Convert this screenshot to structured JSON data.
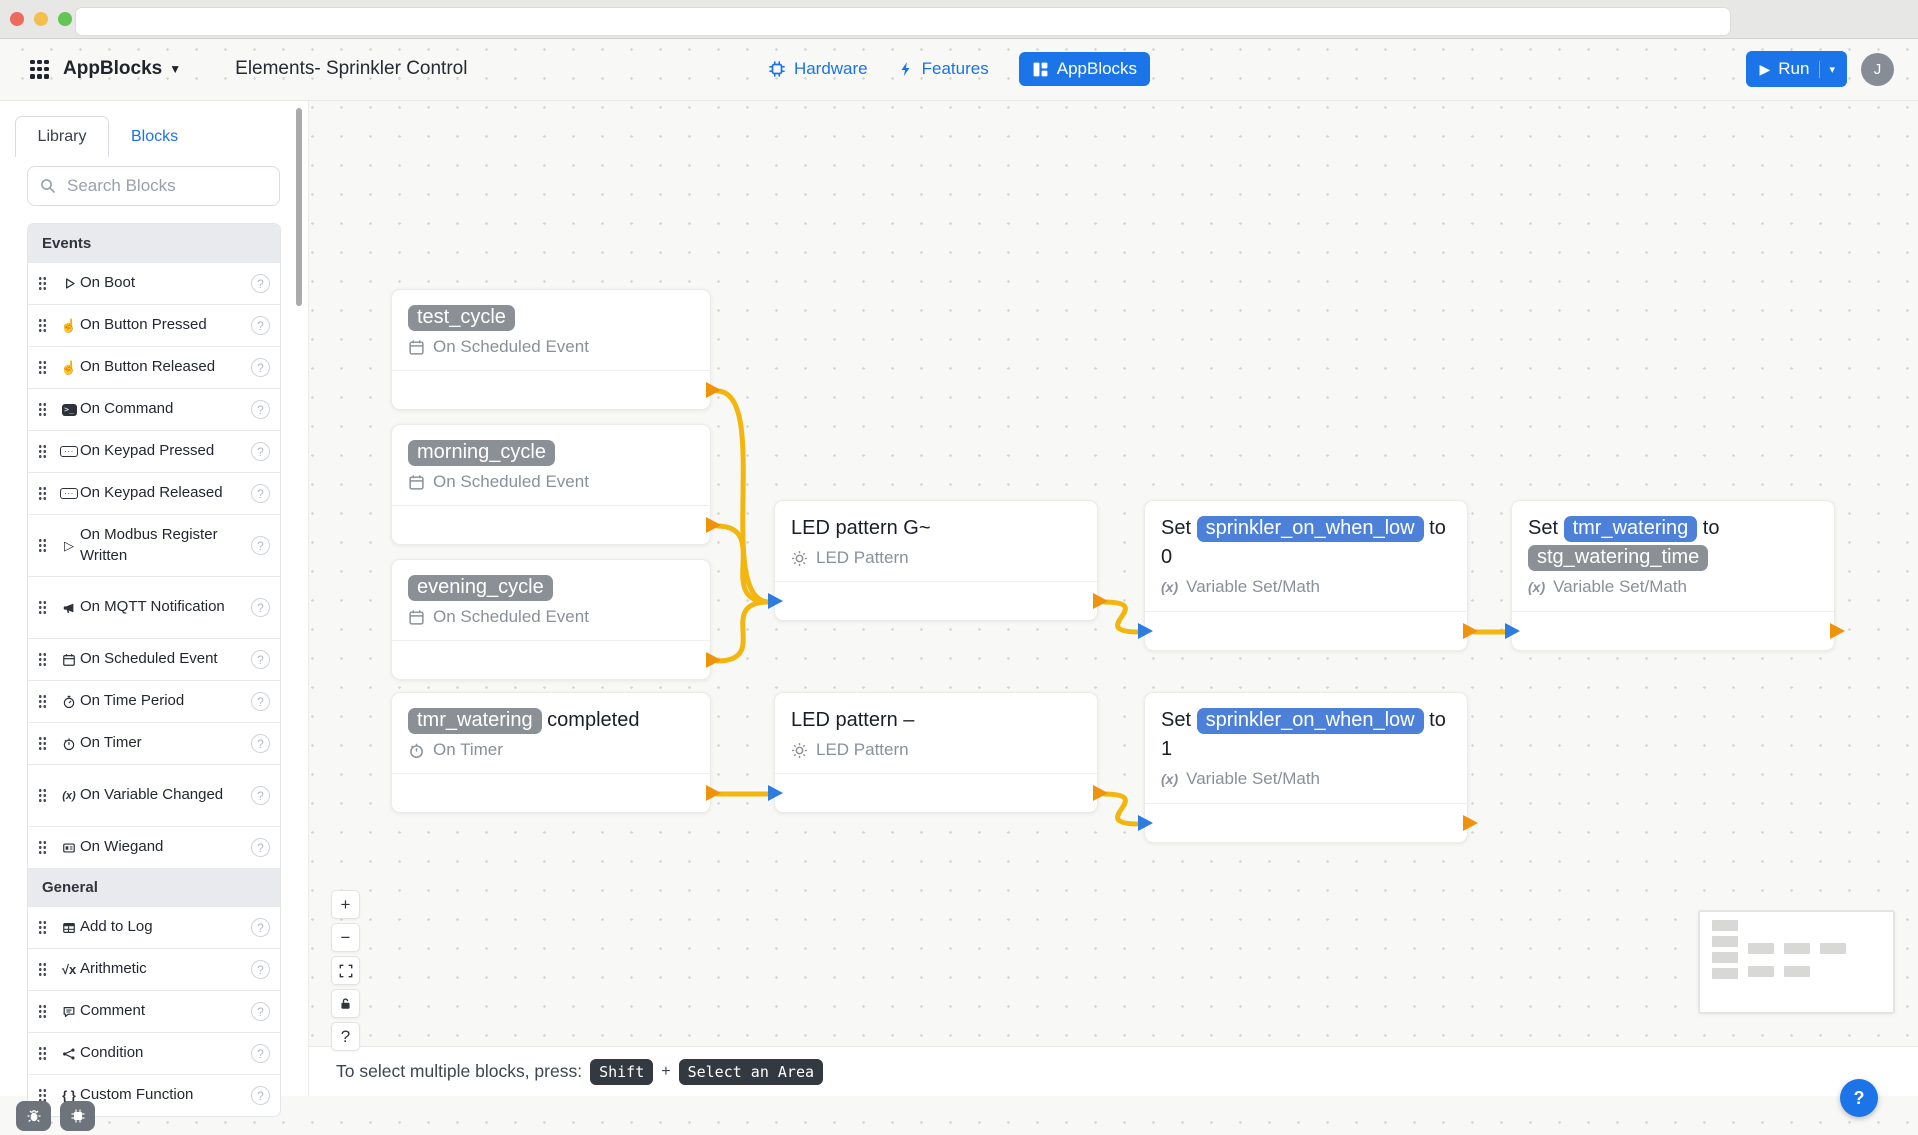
{
  "window": {
    "url_value": ""
  },
  "header": {
    "app_menu": "AppBlocks",
    "title": "Elements- Sprinkler Control",
    "nav": [
      {
        "label": "Hardware"
      },
      {
        "label": "Features"
      },
      {
        "label": "AppBlocks"
      }
    ],
    "run_label": "Run",
    "avatar_initial": "J"
  },
  "sidebar": {
    "tabs": [
      {
        "label": "Library"
      },
      {
        "label": "Blocks"
      }
    ],
    "search_placeholder": "Search Blocks",
    "sections": [
      {
        "title": "Events",
        "items": [
          {
            "label": "On Boot",
            "icon": "play-icon"
          },
          {
            "label": "On Button Pressed",
            "icon": "tap-icon"
          },
          {
            "label": "On Button Released",
            "icon": "tap-icon"
          },
          {
            "label": "On Command",
            "icon": "terminal-icon"
          },
          {
            "label": "On Keypad Pressed",
            "icon": "keypad-icon"
          },
          {
            "label": "On Keypad Released",
            "icon": "keypad-icon"
          },
          {
            "label": "On Modbus Register Written",
            "icon": "play-outline-icon"
          },
          {
            "label": "On MQTT Notification",
            "icon": "megaphone-icon"
          },
          {
            "label": "On Scheduled Event",
            "icon": "calendar-icon"
          },
          {
            "label": "On Time Period",
            "icon": "stopwatch-icon"
          },
          {
            "label": "On Timer",
            "icon": "timer-icon"
          },
          {
            "label": "On Variable Changed",
            "icon": "variable-icon"
          },
          {
            "label": "On Wiegand",
            "icon": "card-icon"
          }
        ]
      },
      {
        "title": "General",
        "items": [
          {
            "label": "Add to Log",
            "icon": "table-icon"
          },
          {
            "label": "Arithmetic",
            "icon": "sqrt-icon"
          },
          {
            "label": "Comment",
            "icon": "comment-icon"
          },
          {
            "label": "Condition",
            "icon": "branch-icon"
          },
          {
            "label": "Custom Function",
            "icon": "braces-icon"
          }
        ]
      }
    ]
  },
  "canvas": {
    "blocks": [
      {
        "id": "test_cycle",
        "segments": [
          {
            "text": "test_cycle",
            "pill": "gray"
          }
        ],
        "subtitle": "On Scheduled Event",
        "subtitle_icon": "calendar-icon"
      },
      {
        "id": "morning_cycle",
        "segments": [
          {
            "text": "morning_cycle",
            "pill": "gray"
          }
        ],
        "subtitle": "On Scheduled Event",
        "subtitle_icon": "calendar-icon"
      },
      {
        "id": "evening_cycle",
        "segments": [
          {
            "text": "evening_cycle",
            "pill": "gray"
          }
        ],
        "subtitle": "On Scheduled Event",
        "subtitle_icon": "calendar-icon"
      },
      {
        "id": "led_pattern_g",
        "segments": [
          {
            "text": "LED pattern G~",
            "pill": "none"
          }
        ],
        "subtitle": "LED Pattern",
        "subtitle_icon": "brightness-icon"
      },
      {
        "id": "set_sprinkler_0",
        "segments": [
          {
            "text": "Set",
            "pill": "none"
          },
          {
            "text": "sprinkler_on_when_low",
            "pill": "blue"
          },
          {
            "text": "to 0",
            "pill": "none"
          }
        ],
        "subtitle": "Variable Set/Math",
        "subtitle_icon": "variable-icon"
      },
      {
        "id": "set_tmr_watering",
        "segments": [
          {
            "text": "Set",
            "pill": "none"
          },
          {
            "text": "tmr_watering",
            "pill": "blue"
          },
          {
            "text": "to",
            "pill": "none"
          },
          {
            "text": "stg_watering_time",
            "pill": "gray"
          }
        ],
        "subtitle": "Variable Set/Math",
        "subtitle_icon": "variable-icon"
      },
      {
        "id": "tmr_watering_completed",
        "segments": [
          {
            "text": "tmr_watering",
            "pill": "gray"
          },
          {
            "text": "completed",
            "pill": "none"
          }
        ],
        "subtitle": "On Timer",
        "subtitle_icon": "timer-icon"
      },
      {
        "id": "led_pattern_dash",
        "segments": [
          {
            "text": "LED pattern –",
            "pill": "none"
          }
        ],
        "subtitle": "LED Pattern",
        "subtitle_icon": "brightness-icon"
      },
      {
        "id": "set_sprinkler_1",
        "segments": [
          {
            "text": "Set",
            "pill": "none"
          },
          {
            "text": "sprinkler_on_when_low",
            "pill": "blue"
          },
          {
            "text": "to 1",
            "pill": "none"
          }
        ],
        "subtitle": "Variable Set/Math",
        "subtitle_icon": "variable-icon"
      }
    ],
    "connections": [
      {
        "from": "test_cycle",
        "to": "led_pattern_g"
      },
      {
        "from": "morning_cycle",
        "to": "led_pattern_g"
      },
      {
        "from": "evening_cycle",
        "to": "led_pattern_g"
      },
      {
        "from": "led_pattern_g",
        "to": "set_sprinkler_0"
      },
      {
        "from": "set_sprinkler_0",
        "to": "set_tmr_watering"
      },
      {
        "from": "tmr_watering_completed",
        "to": "led_pattern_dash"
      },
      {
        "from": "led_pattern_dash",
        "to": "set_sprinkler_1"
      }
    ],
    "hint": {
      "text": "To select multiple blocks, press:",
      "key_shift": "Shift",
      "plus": "+",
      "key_area": "Select an Area"
    }
  },
  "glyphs": {
    "play": "▷",
    "hand": "☝",
    "variable": "(x)",
    "sqrt": "√x",
    "braces": "{ }",
    "terminal": ">_",
    "keypad": "···",
    "menu_caret": "▼",
    "run_play": "▶",
    "run_caret": "▾",
    "zoom_in": "+",
    "zoom_out": "−",
    "help": "?",
    "fab_help": "?"
  },
  "colors": {
    "accent_blue": "#1b74e8",
    "wire_amber": "#f3b60e",
    "port_in_blue": "#2e7ce0",
    "port_out_orange": "#ee930b",
    "pill_gray": "#8b9096",
    "pill_blue": "#4d80d8",
    "traffic_red": "#ed6a5e",
    "traffic_yellow": "#f5bf4f",
    "traffic_green": "#62c554"
  }
}
